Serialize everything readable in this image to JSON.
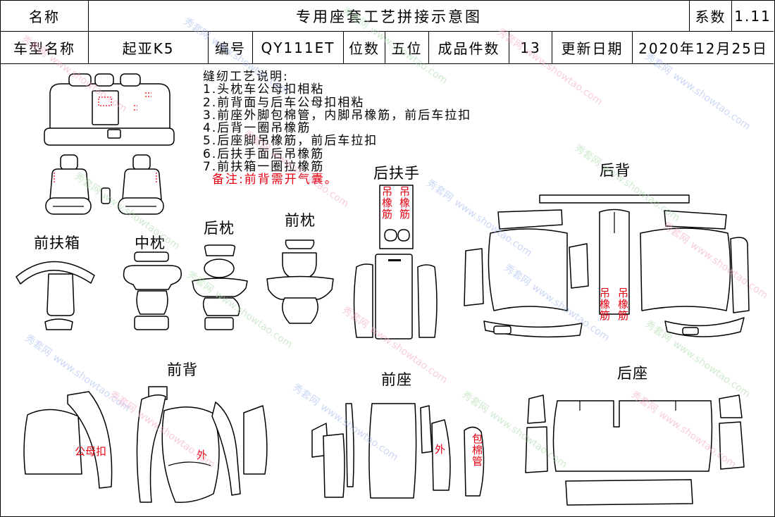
{
  "header": {
    "name_label": "名称",
    "title": "专用座套工艺拼接示意图",
    "coef_label": "系数",
    "coef_value": "1.11",
    "model_label": "车型名称",
    "model_value": "起亚K5",
    "code_label": "编号",
    "code_value": "QY111ET",
    "seats_label": "位数",
    "seats_value": "五位",
    "pieces_label": "成品件数",
    "pieces_value": "13",
    "date_label": "更新日期",
    "date_value": "2020年12月25日"
  },
  "notes": {
    "heading": "缝纫工艺说明:",
    "items": [
      "1.头枕车公母扣相粘",
      "2.前背面与后车公母扣相粘",
      "3.前座外脚包棉管，内脚吊橡筋，前后车拉扣",
      "4.后背一圈吊橡筋",
      "5.后座脚吊橡筋，前后车拉扣",
      "6.后扶手面后吊橡筋",
      "7.前扶箱一圈拉橡筋"
    ],
    "remark": "备注:前背需开气囊。"
  },
  "sections": {
    "front_armrest_box": "前扶箱",
    "middle_headrest": "中枕",
    "rear_headrest": "后枕",
    "front_headrest": "前枕",
    "rear_armrest": "后扶手",
    "rear_back": "后背",
    "front_back": "前背",
    "front_seat": "前座",
    "rear_seat": "后座"
  },
  "annotations": {
    "hanging_elastic": "吊橡筋",
    "snap_button": "公母扣",
    "outer": "外",
    "cotton_tube": "包棉管"
  },
  "watermark": {
    "brand": "秀套网",
    "url": "www.showtao.com"
  },
  "colors": {
    "line": "#000000",
    "annotation": "#e60012",
    "watermark_pink": "#f2a3c7",
    "watermark_blue": "#9fb7ee",
    "watermark_green": "#a7d9a7"
  }
}
